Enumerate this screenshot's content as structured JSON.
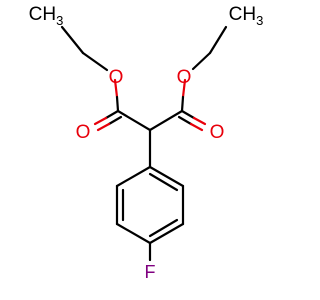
{
  "molecule": {
    "atoms": {
      "ester_oxygen_left": "O",
      "ester_oxygen_right": "O",
      "carbonyl_oxygen_left": "O",
      "carbonyl_oxygen_right": "O",
      "fluorine": "F",
      "methyl_left": {
        "main": "CH",
        "subscript": "3"
      },
      "methyl_right": {
        "main": "CH",
        "subscript": "3"
      }
    }
  },
  "colors": {
    "bond": "#000000",
    "oxygen": "#e8000b",
    "fluorine": "#800080",
    "carbon_label": "#000000"
  }
}
